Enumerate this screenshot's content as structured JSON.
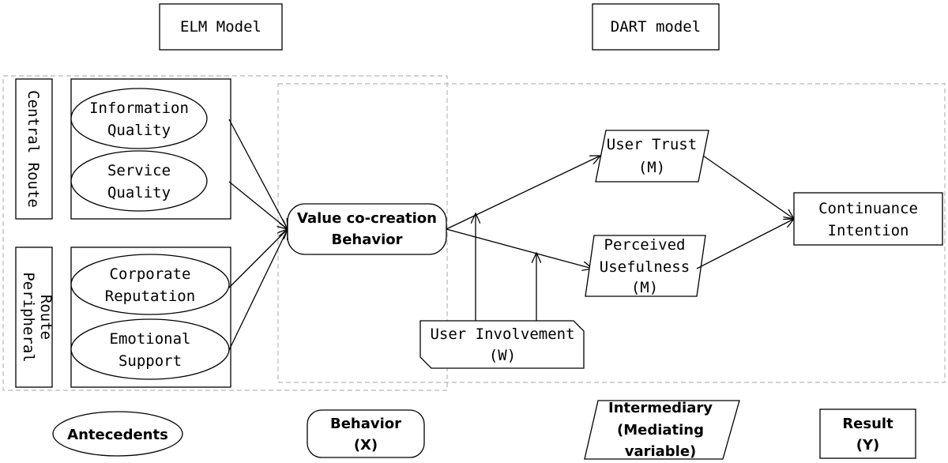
{
  "header": {
    "elm_model": "ELM Model",
    "dart_model": "DART model"
  },
  "routes": {
    "central": "Central Route",
    "peripheral_line1": "Peripheral",
    "peripheral_line2": "Route"
  },
  "antecedents": {
    "information_quality": [
      "Information",
      "Quality"
    ],
    "service_quality": [
      "Service",
      "Quality"
    ],
    "corporate_reputation": [
      "Corporate",
      "Reputation"
    ],
    "emotional_support": [
      "Emotional",
      "Support"
    ]
  },
  "behavior_node": [
    "Value co-creation",
    "Behavior"
  ],
  "moderator": [
    "User Involvement",
    "(W)"
  ],
  "mediators": {
    "user_trust": [
      "User Trust",
      "(M)"
    ],
    "perceived_usefulness": [
      "Perceived",
      "Usefulness",
      "(M)"
    ]
  },
  "outcome": [
    "Continuance",
    "Intention"
  ],
  "legend": {
    "antecedents": "Antecedents",
    "behavior": [
      "Behavior",
      "(X)"
    ],
    "intermediary": [
      "Intermediary",
      "(Mediating",
      "variable)"
    ],
    "result": [
      "Result",
      "(Y)"
    ]
  }
}
